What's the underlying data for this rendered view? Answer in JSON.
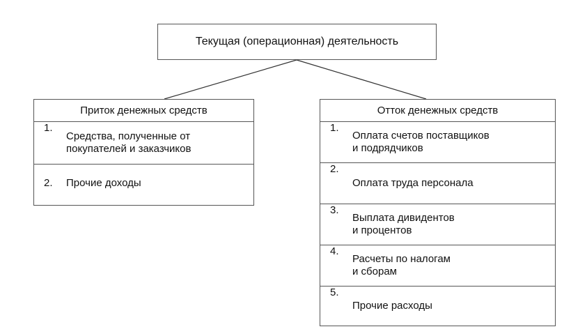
{
  "root": {
    "label": "Текущая (операционная) деятельность"
  },
  "inflow": {
    "title": "Приток денежных средств",
    "items": [
      {
        "num": "1.",
        "text": "Средства, полученные от\nпокупателей и заказчиков"
      },
      {
        "num": "2.",
        "text": "Прочие доходы"
      }
    ]
  },
  "outflow": {
    "title": "Отток денежных средств",
    "items": [
      {
        "num": "1.",
        "text": "Оплата счетов поставщиков\nи подрядчиков"
      },
      {
        "num": "2.",
        "text": "Оплата труда персонала"
      },
      {
        "num": "3.",
        "text": "Выплата дивидентов\nи процентов"
      },
      {
        "num": "4.",
        "text": "Расчеты по налогам\nи сборам"
      },
      {
        "num": "5.",
        "text": "Прочие расходы"
      }
    ]
  },
  "colors": {
    "line": "#333333",
    "border": "#555555",
    "text": "#111111"
  }
}
